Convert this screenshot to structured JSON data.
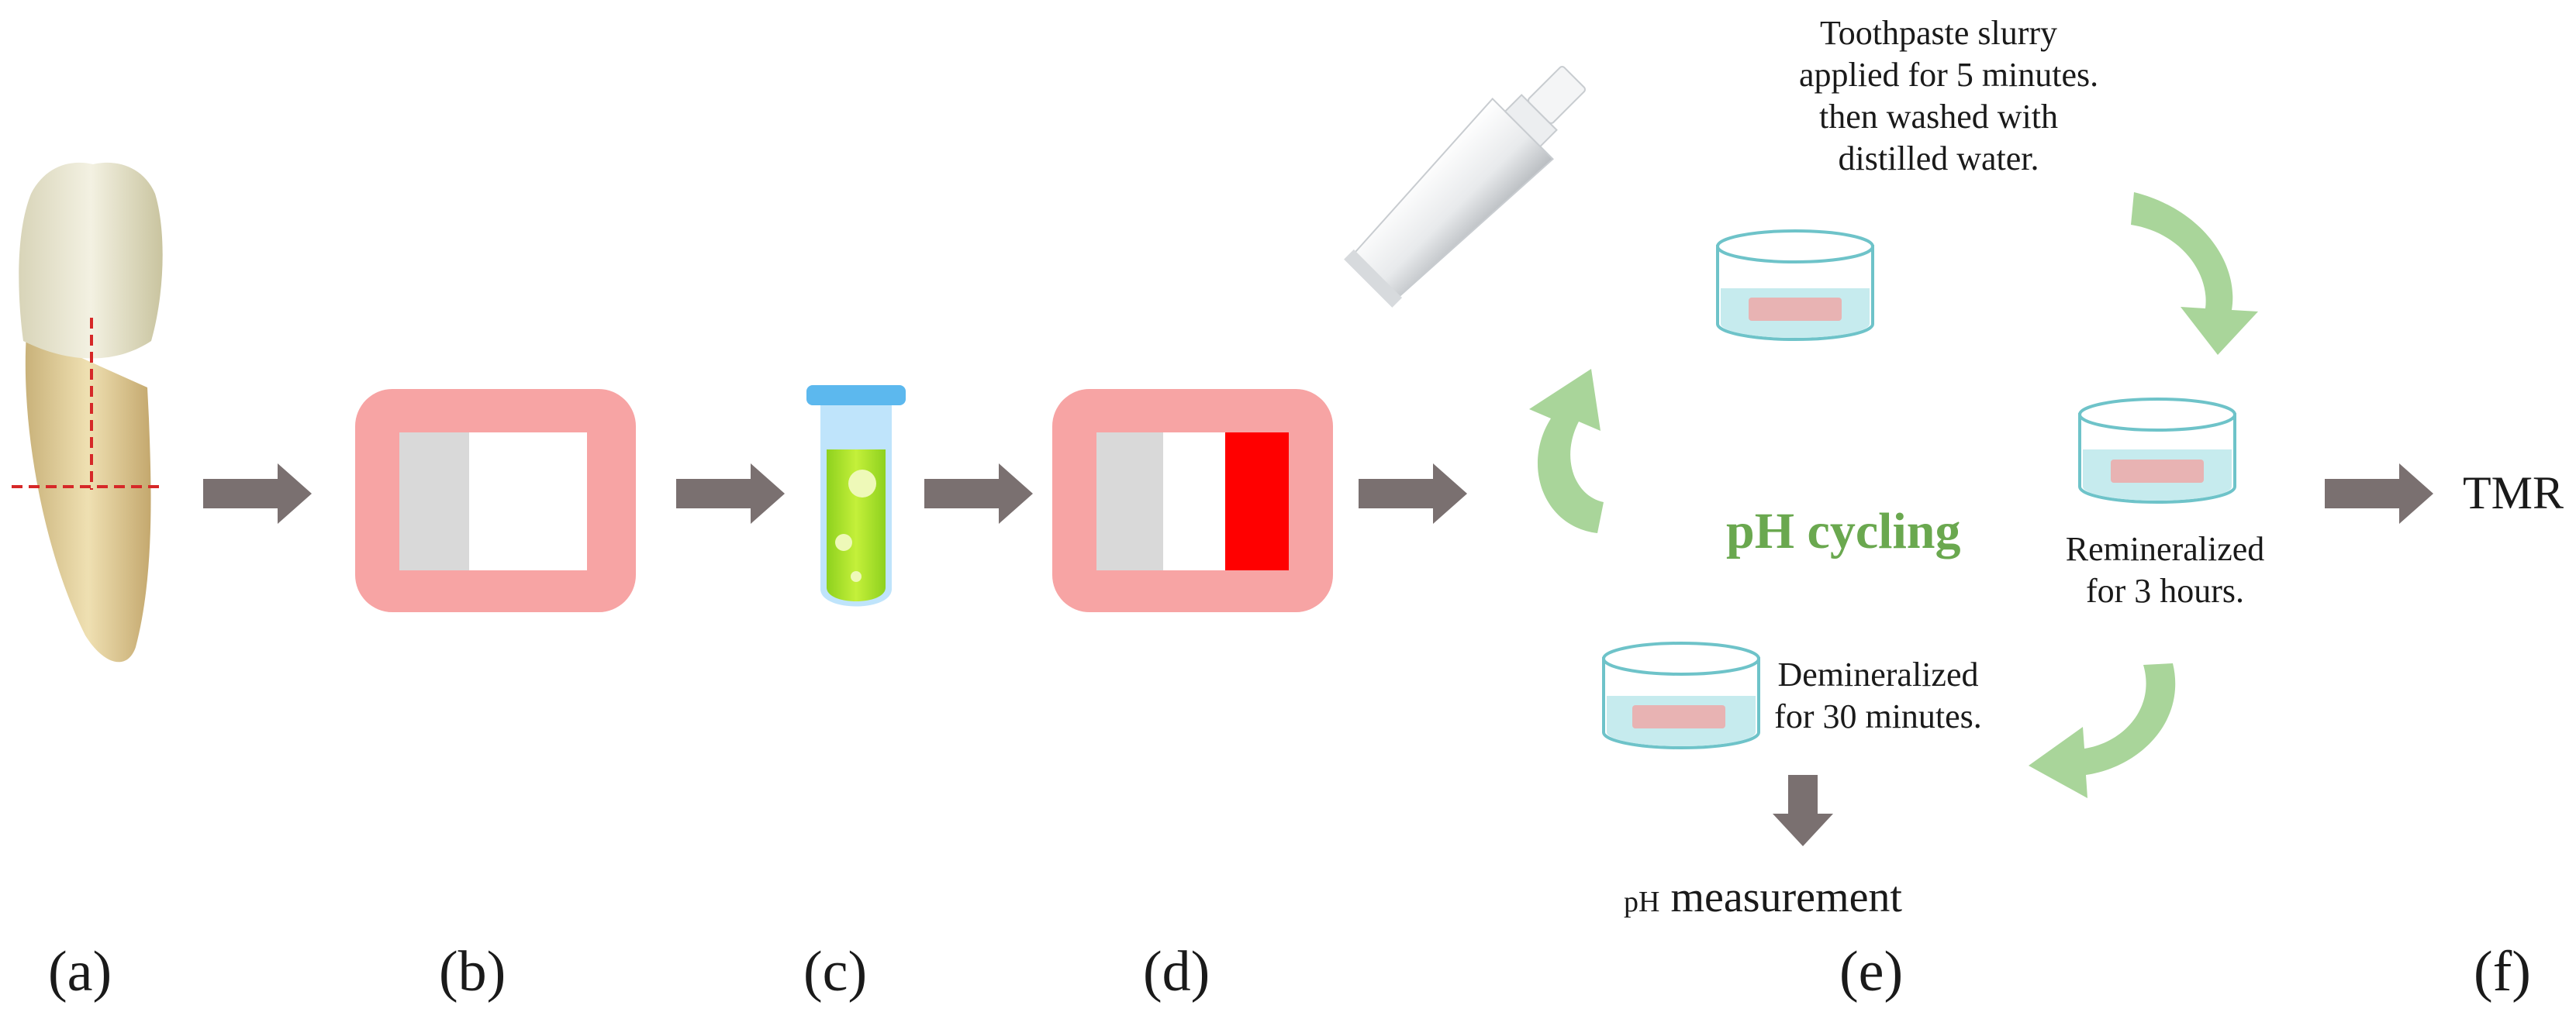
{
  "panels": {
    "a": "(a)",
    "b": "(b)",
    "c": "(c)",
    "d": "(d)",
    "e": "(e)",
    "f": "(f)"
  },
  "cycle": {
    "title": "pH cycling",
    "toothpaste_note": [
      "Toothpaste slurry",
      "applied for 5 minutes.",
      "then washed with",
      "distilled water."
    ],
    "remineralize_note": [
      "Remineralized",
      "for 3 hours."
    ],
    "demineralize_note": [
      "Demineralized",
      "for 30 minutes."
    ],
    "measurement_prefix": "pH",
    "measurement_word": "measurement"
  },
  "final_step": "TMR",
  "colors": {
    "arrow": "#7a7070",
    "cycle_arrow": "#a9d59a",
    "sample_frame": "#f7a4a4",
    "treated_window": "#ff0000",
    "cycle_title": "#6aa84f"
  }
}
